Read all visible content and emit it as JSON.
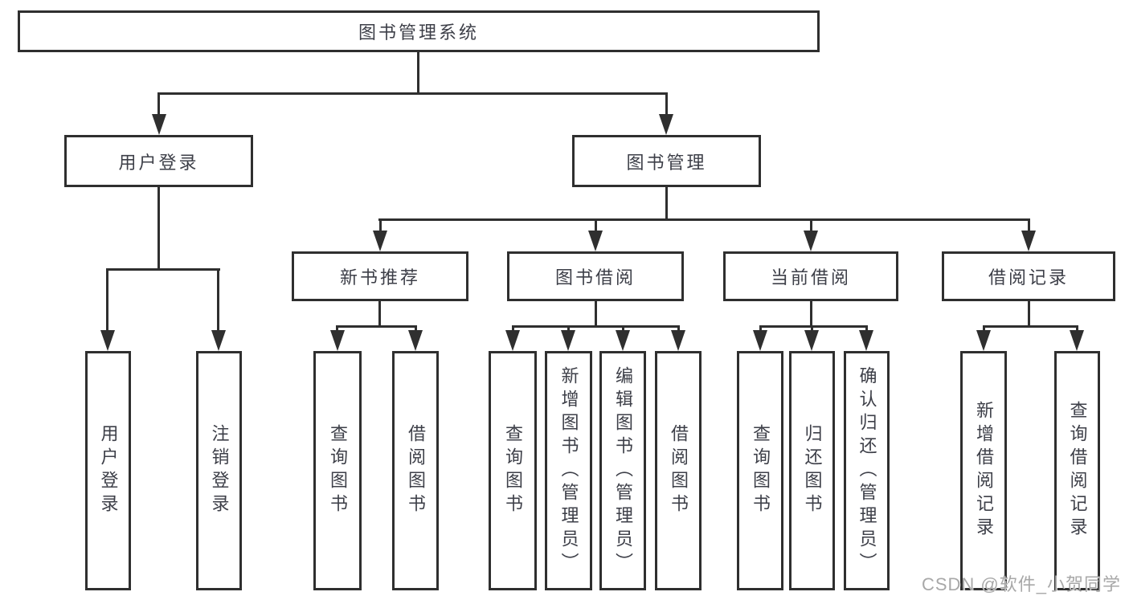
{
  "tree": {
    "root": "图书管理系统",
    "children": [
      {
        "label": "用户登录",
        "children": [
          {
            "label": "用户登录"
          },
          {
            "label": "注销登录"
          }
        ]
      },
      {
        "label": "图书管理",
        "children": [
          {
            "label": "新书推荐",
            "children": [
              {
                "label": "查询图书"
              },
              {
                "label": "借阅图书"
              }
            ]
          },
          {
            "label": "图书借阅",
            "children": [
              {
                "label": "查询图书"
              },
              {
                "label": "新增图书（管理员）"
              },
              {
                "label": "编辑图书（管理员）"
              },
              {
                "label": "借阅图书"
              }
            ]
          },
          {
            "label": "当前借阅",
            "children": [
              {
                "label": "查询图书"
              },
              {
                "label": "归还图书"
              },
              {
                "label": "确认归还（管理员）"
              }
            ]
          },
          {
            "label": "借阅记录",
            "children": [
              {
                "label": "新增借阅记录"
              },
              {
                "label": "查询借阅记录"
              }
            ]
          }
        ]
      }
    ]
  },
  "watermark": {
    "text": "CSDN @软件_小贺同学"
  },
  "colors": {
    "line": "#2f2f2f",
    "text": "#3d3f48",
    "watermark": "#a8a8a8",
    "background": "#ffffff"
  }
}
